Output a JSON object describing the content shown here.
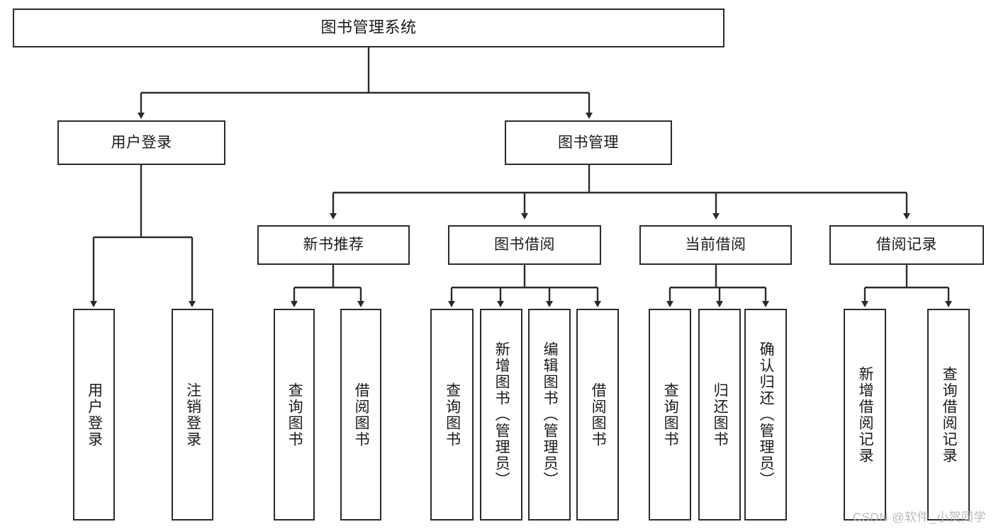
{
  "diagram": {
    "title": "图书管理系统",
    "type": "tree",
    "colors": {
      "box_border": "#2b2b2b",
      "box_fill": "#ffffff",
      "edge": "#2b2b2b",
      "text": "#1a1a1a",
      "watermark": "#b9b9b9"
    },
    "root": {
      "label": "图书管理系统"
    },
    "level2": [
      {
        "label": "用户登录"
      },
      {
        "label": "图书管理"
      }
    ],
    "level3": [
      {
        "label": "新书推荐"
      },
      {
        "label": "图书借阅"
      },
      {
        "label": "当前借阅"
      },
      {
        "label": "借阅记录"
      }
    ],
    "leaves": {
      "user_login": [
        {
          "label": "用户登录"
        },
        {
          "label": "注销登录"
        }
      ],
      "new_book_recommend": [
        {
          "label": "查询图书"
        },
        {
          "label": "借阅图书"
        }
      ],
      "book_borrow": [
        {
          "label": "查询图书"
        },
        {
          "label": "新增图书（管理员）"
        },
        {
          "label": "编辑图书（管理员）"
        },
        {
          "label": "借阅图书"
        }
      ],
      "current_borrow": [
        {
          "label": "查询图书"
        },
        {
          "label": "归还图书"
        },
        {
          "label": "确认归还（管理员）"
        }
      ],
      "borrow_record": [
        {
          "label": "新增借阅记录"
        },
        {
          "label": "查询借阅记录"
        }
      ]
    },
    "watermark": "CSDN @软件_小贺同学"
  }
}
